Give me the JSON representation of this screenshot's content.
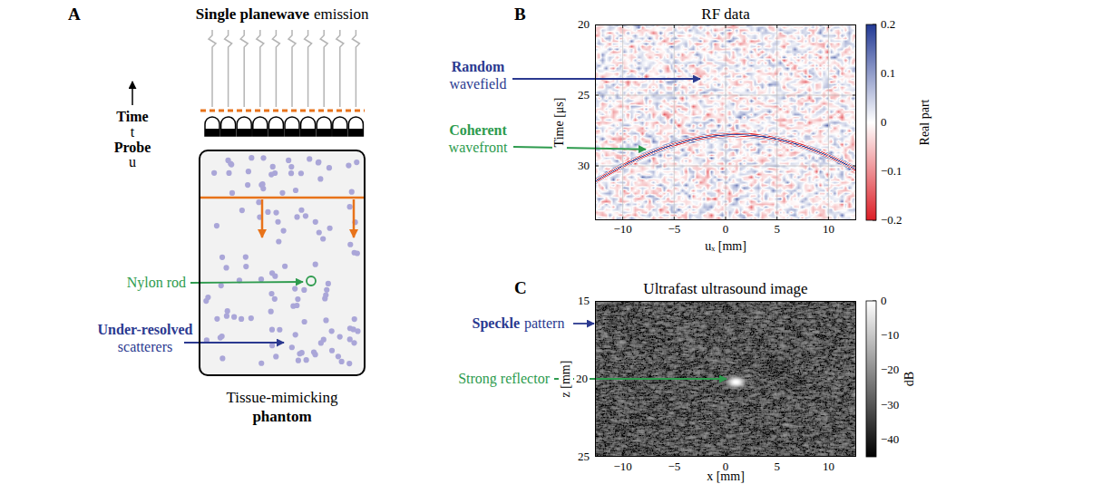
{
  "diagram": {
    "nodes": [
      {
        "text": [
          "Tissue-mimicking",
          "phantom"
        ]
      },
      {
        "text": [
          "RF data"
        ]
      },
      {
        "text": [
          "Ultrafast ultrasound image"
        ]
      }
    ],
    "labels": [
      "A",
      "Single planewave",
      "emission",
      "Time",
      "t",
      "Probe",
      "u",
      "Nylon rod",
      "Under-resolved",
      "scatterers",
      "B",
      "Random",
      "wavefield",
      "Coherent",
      "wavefront",
      "Time [μs]",
      "20",
      "25",
      "30",
      "−10",
      "−5",
      "0",
      "5",
      "10",
      "uₓ [mm]",
      "0.2",
      "0.1",
      "0",
      "−0.1",
      "−0.2",
      "Real part",
      "C",
      "Speckle",
      "pattern",
      "Strong reflector",
      "z [mm]",
      "15",
      "20",
      "25",
      "−10",
      "−5",
      "0",
      "5",
      "10",
      "x [mm]",
      "0",
      "−10",
      "−20",
      "−30",
      "−40",
      "dB"
    ]
  }
}
